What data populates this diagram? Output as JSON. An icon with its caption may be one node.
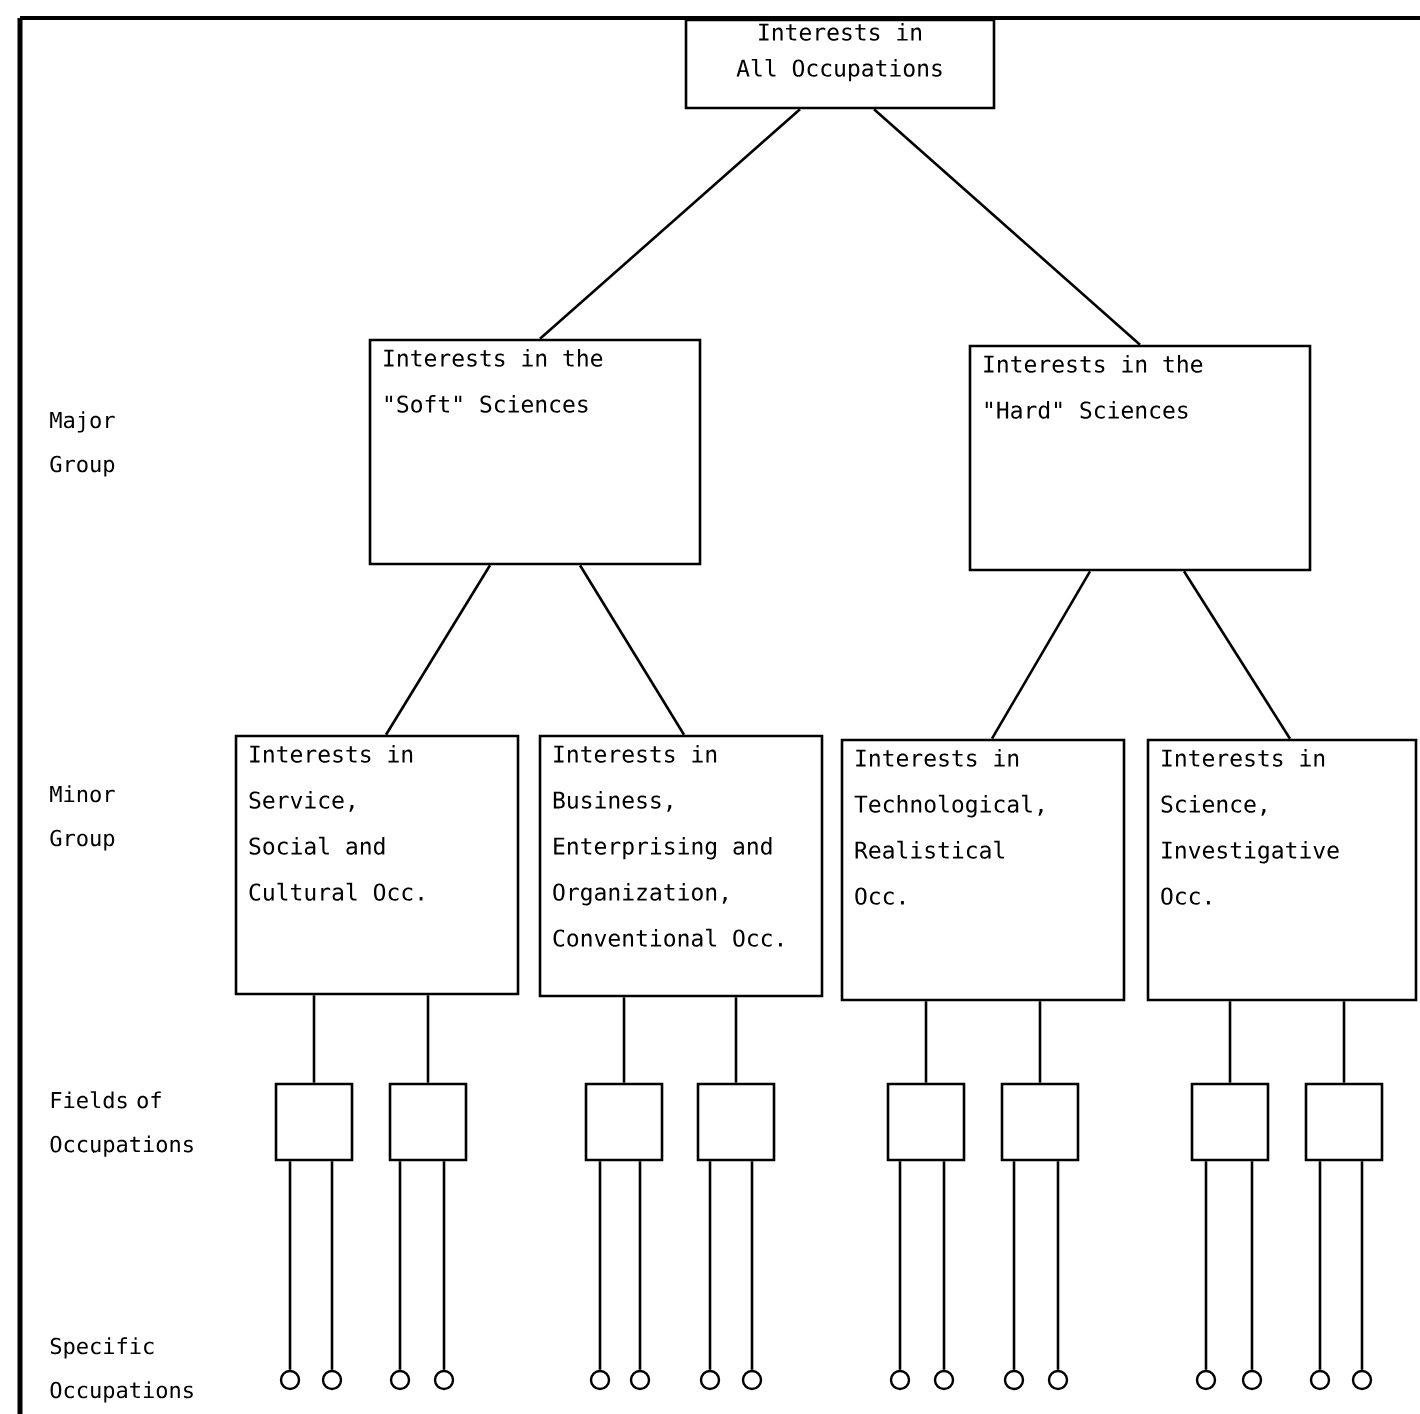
{
  "diagram": {
    "nodes": [
      {
        "text": [
          "Interests in All Occupations"
        ]
      },
      {
        "text": [
          "Interests in the \"Soft\" Sciences"
        ]
      },
      {
        "text": [
          "Interests in the \"Hard\" Sciences"
        ]
      },
      {
        "text": [
          "Interests in Service, Social and Cultural Occ."
        ]
      },
      {
        "text": [
          "Interests in Business, Enterprising and Organization, Conventional Occ."
        ]
      },
      {
        "text": [
          "Interests in Technological, Realistical Occ."
        ]
      },
      {
        "text": [
          "Interests in Science, Investigative Occ."
        ]
      },
      {
        "text": [],
        "shape": "box"
      },
      {
        "text": [],
        "shape": "box"
      },
      {
        "text": [],
        "shape": "box"
      },
      {
        "text": [],
        "shape": "box"
      },
      {
        "text": [],
        "shape": "box"
      },
      {
        "text": [],
        "shape": "box"
      },
      {
        "text": [],
        "shape": "box"
      },
      {
        "text": [],
        "shape": "box"
      },
      {
        "text": [],
        "shape": "circle"
      },
      {
        "text": [],
        "shape": "circle"
      },
      {
        "text": [],
        "shape": "circle"
      },
      {
        "text": [],
        "shape": "circle"
      },
      {
        "text": [],
        "shape": "circle"
      },
      {
        "text": [],
        "shape": "circle"
      },
      {
        "text": [],
        "shape": "circle"
      },
      {
        "text": [],
        "shape": "circle"
      },
      {
        "text": [],
        "shape": "circle"
      },
      {
        "text": [],
        "shape": "circle"
      },
      {
        "text": [],
        "shape": "circle"
      },
      {
        "text": [],
        "shape": "circle"
      },
      {
        "text": [],
        "shape": "circle"
      },
      {
        "text": [],
        "shape": "circle"
      },
      {
        "text": [],
        "shape": "circle"
      },
      {
        "text": [],
        "shape": "circle"
      }
    ],
    "edges": [
      {
        "from": 0,
        "to": 1,
        "arrow": "none"
      },
      {
        "from": 0,
        "to": 2,
        "arrow": "none"
      },
      {
        "from": 1,
        "to": 3,
        "arrow": "none"
      },
      {
        "from": 1,
        "to": 4,
        "arrow": "none"
      },
      {
        "from": 2,
        "to": 5,
        "arrow": "none"
      },
      {
        "from": 2,
        "to": 6,
        "arrow": "none"
      },
      {
        "from": 3,
        "to": 7,
        "arrow": "none"
      },
      {
        "from": 3,
        "to": 8,
        "arrow": "none"
      },
      {
        "from": 4,
        "to": 9,
        "arrow": "none"
      },
      {
        "from": 4,
        "to": 10,
        "arrow": "none"
      },
      {
        "from": 5,
        "to": 11,
        "arrow": "none"
      },
      {
        "from": 5,
        "to": 12,
        "arrow": "none"
      },
      {
        "from": 6,
        "to": 13,
        "arrow": "none"
      },
      {
        "from": 6,
        "to": 14,
        "arrow": "none"
      },
      {
        "from": 7,
        "to": 15,
        "arrow": "none"
      },
      {
        "from": 7,
        "to": 16,
        "arrow": "none"
      },
      {
        "from": 8,
        "to": 17,
        "arrow": "none"
      },
      {
        "from": 8,
        "to": 18,
        "arrow": "none"
      },
      {
        "from": 9,
        "to": 19,
        "arrow": "none"
      },
      {
        "from": 9,
        "to": 20,
        "arrow": "none"
      },
      {
        "from": 10,
        "to": 21,
        "arrow": "none"
      },
      {
        "from": 10,
        "to": 22,
        "arrow": "none"
      },
      {
        "from": 11,
        "to": 23,
        "arrow": "none"
      },
      {
        "from": 11,
        "to": 24,
        "arrow": "none"
      },
      {
        "from": 12,
        "to": 25,
        "arrow": "none"
      },
      {
        "from": 12,
        "to": 26,
        "arrow": "none"
      },
      {
        "from": 13,
        "to": 27,
        "arrow": "none"
      },
      {
        "from": 13,
        "to": 28,
        "arrow": "none"
      },
      {
        "from": 14,
        "to": 29,
        "arrow": "none"
      },
      {
        "from": 14,
        "to": 30,
        "arrow": "none"
      }
    ],
    "labels": [
      "Major Group",
      "Minor Group",
      "Fields of Occupations",
      "Specific Occupations"
    ]
  }
}
